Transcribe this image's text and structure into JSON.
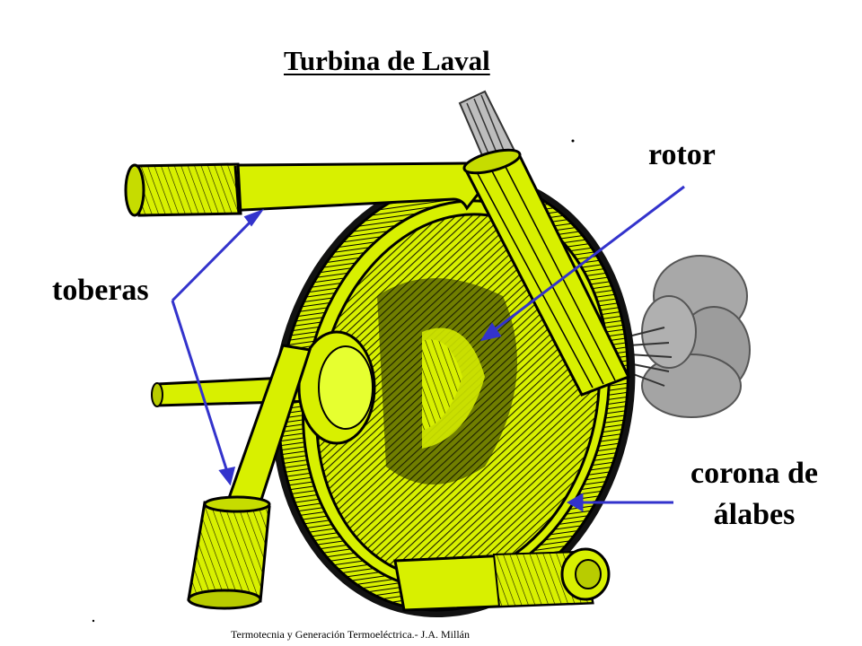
{
  "title": "Turbina de Laval",
  "labels": {
    "rotor": "rotor",
    "toberas": "toberas",
    "corona_line1": "corona de",
    "corona_line2": "álabes"
  },
  "footer": "Termotecnia y Generación Termoeléctrica.- J.A. Millán",
  "colors": {
    "machine_fill": "#d8f000",
    "machine_dark": "#2a3000",
    "outline": "#000000",
    "arrow": "#3333cc",
    "smoke": "#9a9a9a"
  }
}
